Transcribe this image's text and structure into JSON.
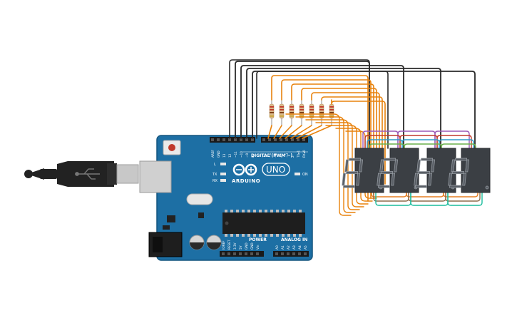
{
  "board": {
    "brand": "ARDUINO",
    "model": "UNO",
    "digital_header_label": "DIGITAL (PWM ~)",
    "power_label": "POWER",
    "analog_label": "ANALOG IN",
    "led_l": "L",
    "led_tx": "TX",
    "led_rx": "RX",
    "led_on": "ON",
    "top_pins": [
      "AREF",
      "GND",
      "13",
      "12",
      "~11",
      "~10",
      "~9",
      "8",
      "7",
      "~6",
      "~5",
      "4",
      "~3",
      "2",
      "TX▸1",
      "RX◂0"
    ],
    "power_pins": [
      "IOREF",
      "RESET",
      "3.3V",
      "5V",
      "GND",
      "GND",
      "Vin"
    ],
    "analog_pins": [
      "A0",
      "A1",
      "A2",
      "A3",
      "A4",
      "A5"
    ]
  },
  "colors": {
    "board": "#1d6fa4",
    "board_edge": "#14557f",
    "orange_wire": "#e8820c",
    "black_wire": "#2a2a2a",
    "display_body": "#3b3f44",
    "segment_off": "#5a5f66",
    "segment_edge": "#9aa0a7",
    "usb_black": "#222222",
    "usb_silver": "#c8c8c8"
  },
  "displays": [
    {
      "id": "display-1"
    },
    {
      "id": "display-2"
    },
    {
      "id": "display-3"
    },
    {
      "id": "display-4"
    }
  ]
}
